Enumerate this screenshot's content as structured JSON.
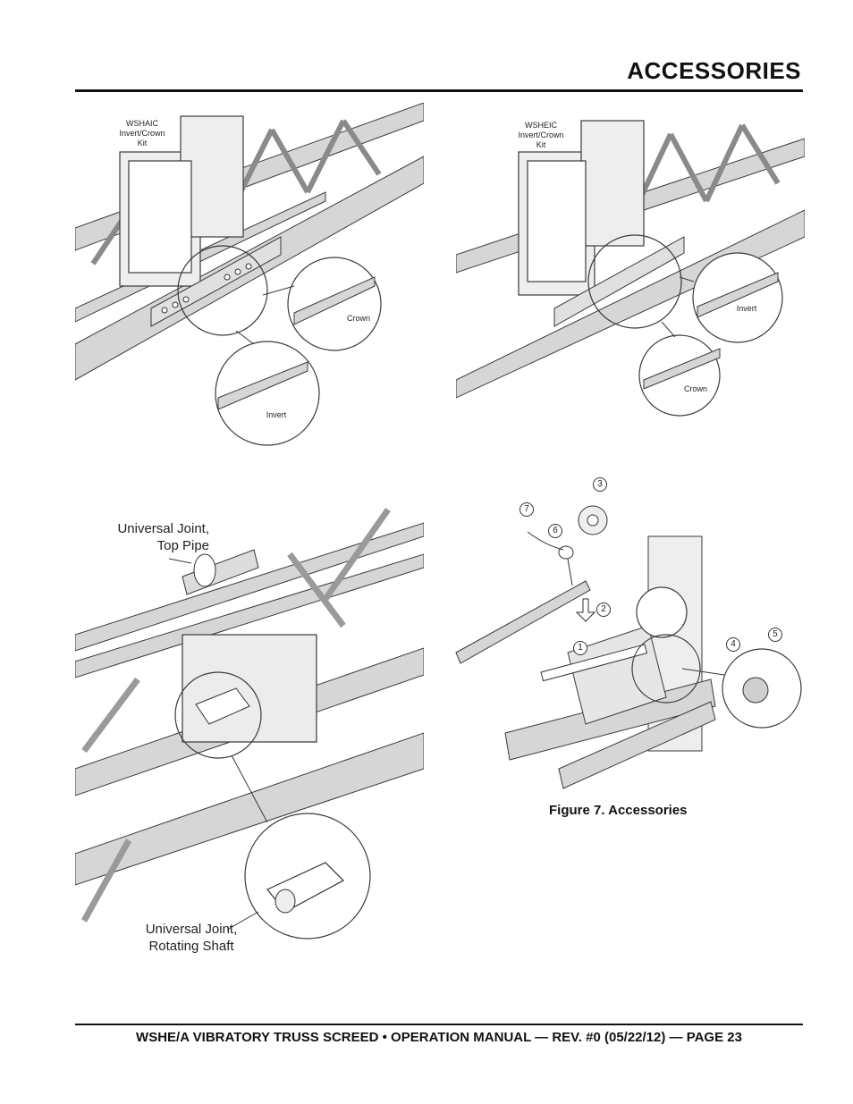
{
  "header": {
    "title": "ACCESSORIES"
  },
  "figures": {
    "top_left": {
      "kit_label": "WSHAIC\nInvert/Crown\nKit",
      "detail_a": "Crown",
      "detail_b": "Invert"
    },
    "top_right": {
      "kit_label": "WSHEIC\nInvert/Crown\nKit",
      "detail_a": "Invert",
      "detail_b": "Crown"
    },
    "bottom_left": {
      "label_top": "Universal Joint,\nTop Pipe",
      "label_bottom": "Universal Joint,\nRotating Shaft"
    },
    "bottom_right": {
      "callouts": [
        "1",
        "2",
        "3",
        "4",
        "5",
        "6",
        "7"
      ]
    }
  },
  "caption": "Figure 7. Accessories",
  "footer": "WSHE/A VIBRATORY TRUSS SCREED • OPERATION MANUAL — REV. #0 (05/22/12) — PAGE 23",
  "colors": {
    "steel_fill": "#d6d6d6",
    "line": "#3a3a3a",
    "rule": "#111111"
  }
}
